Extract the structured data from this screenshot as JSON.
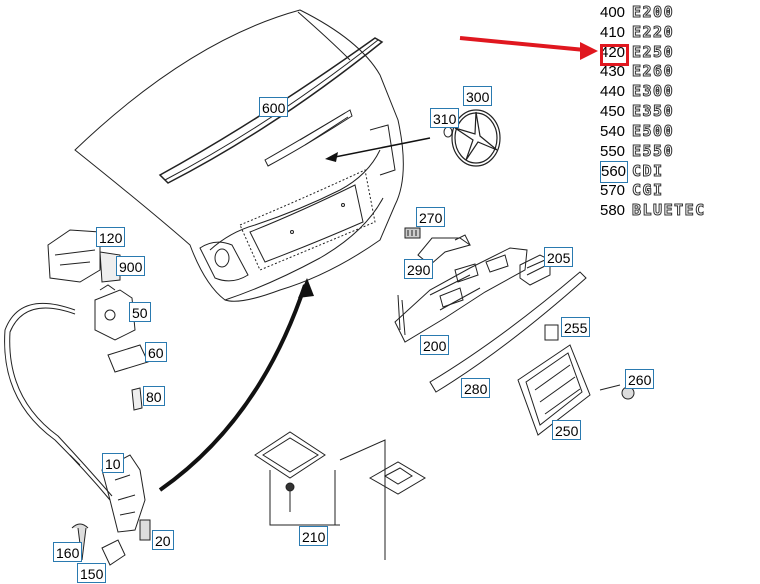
{
  "callouts": {
    "c600": "600",
    "c300": "300",
    "c310": "310",
    "c270": "270",
    "c290": "290",
    "c205": "205",
    "c255": "255",
    "c200": "200",
    "c280": "280",
    "c260": "260",
    "c250": "250",
    "c120": "120",
    "c900": "900",
    "c50": "50",
    "c60": "60",
    "c80": "80",
    "c10": "10",
    "c20": "20",
    "c160": "160",
    "c150": "150",
    "c210": "210"
  },
  "models": [
    {
      "code": "400",
      "badge": "E200"
    },
    {
      "code": "410",
      "badge": "E220"
    },
    {
      "code": "420",
      "badge": "E250"
    },
    {
      "code": "430",
      "badge": "E260"
    },
    {
      "code": "440",
      "badge": "E300"
    },
    {
      "code": "450",
      "badge": "E350"
    },
    {
      "code": "540",
      "badge": "E500"
    },
    {
      "code": "550",
      "badge": "E550"
    },
    {
      "code": "560",
      "badge": "CDI"
    },
    {
      "code": "570",
      "badge": "CGI"
    },
    {
      "code": "580",
      "badge": "BLUETEC"
    }
  ],
  "colors": {
    "callout_border": "#2a7ab0",
    "highlight": "#e0171f",
    "line": "#222222"
  }
}
